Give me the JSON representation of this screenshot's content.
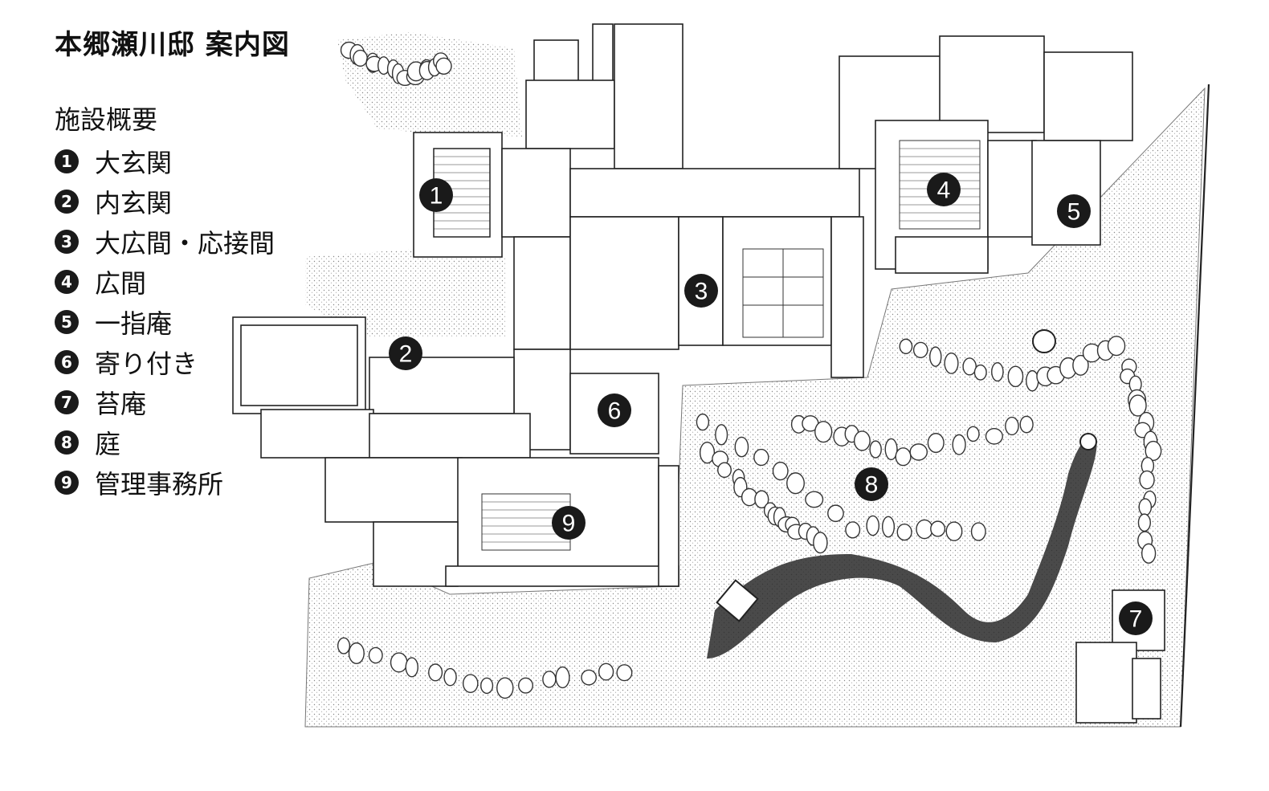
{
  "title": "本郷瀬川邸 案内図",
  "legend": {
    "heading": "施設概要",
    "items": [
      {
        "number": "1",
        "label": "大玄関"
      },
      {
        "number": "2",
        "label": "内玄関"
      },
      {
        "number": "3",
        "label": "大広間・応接間"
      },
      {
        "number": "4",
        "label": "広間"
      },
      {
        "number": "5",
        "label": "一指庵"
      },
      {
        "number": "6",
        "label": "寄り付き"
      },
      {
        "number": "7",
        "label": "苔庵"
      },
      {
        "number": "8",
        "label": "庭"
      },
      {
        "number": "9",
        "label": "管理事務所"
      }
    ]
  },
  "colors": {
    "marker": "#1a1a1a",
    "line": "#222222",
    "pond": "#2a2a2a",
    "garden": "#bdbdbd"
  }
}
